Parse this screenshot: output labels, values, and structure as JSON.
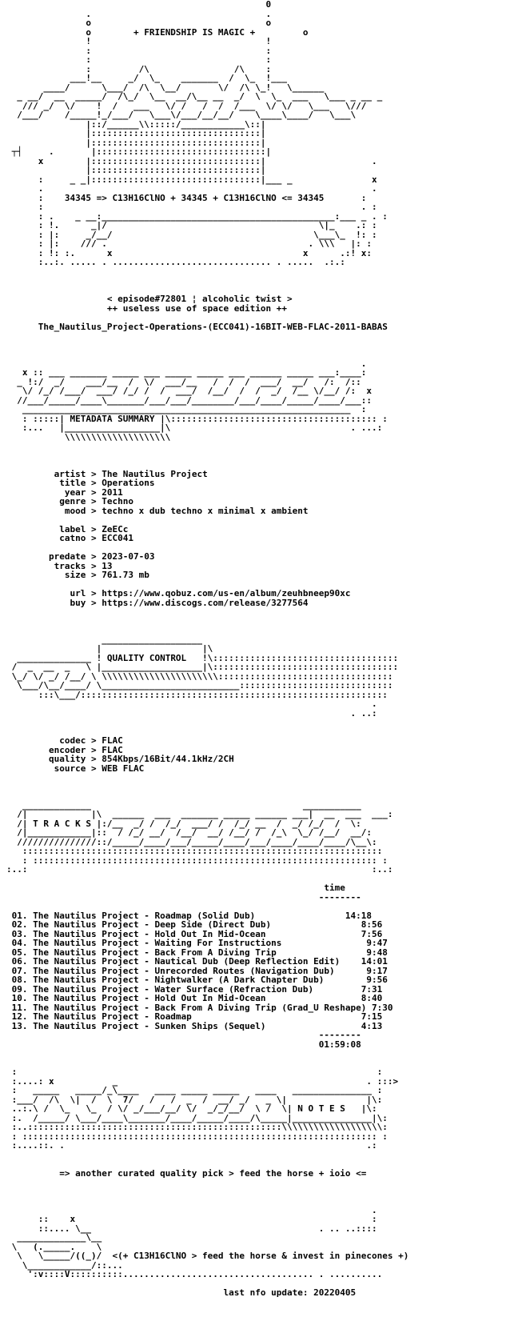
{
  "header": {
    "banner": "+ FRIENDSHIP IS MAGIC +",
    "formula": "34345 => C13H16ClNO + 34345 + C13H16ClNO <= 34345",
    "episode": "< episode#72801 ¦ alcoholic twist >",
    "edition": "++ useless use of space edition ++",
    "release": "The_Nautilus_Project-Operations-(ECC041)-16BIT-WEB-FLAC-2011-BABAS"
  },
  "metadata": {
    "heading": "METADATA SUMMARY",
    "fields": [
      {
        "key": "artist",
        "value": "The Nautilus Project"
      },
      {
        "key": "title",
        "value": "Operations"
      },
      {
        "key": "year",
        "value": "2011"
      },
      {
        "key": "genre",
        "value": "Techno"
      },
      {
        "key": "mood",
        "value": "techno x dub techno x minimal x ambient"
      },
      {
        "key": "label",
        "value": "ZeECc"
      },
      {
        "key": "catno",
        "value": "ECC041"
      },
      {
        "key": "predate",
        "value": "2023-07-03"
      },
      {
        "key": "tracks",
        "value": "13"
      },
      {
        "key": "size",
        "value": "761.73 mb"
      },
      {
        "key": "url",
        "value": "https://www.qobuz.com/us-en/album/zeuhbneep90xc"
      },
      {
        "key": "buy",
        "value": "https://www.discogs.com/release/3277564"
      }
    ]
  },
  "quality": {
    "heading": "QUALITY CONTROL",
    "fields": [
      {
        "key": "codec",
        "value": "FLAC"
      },
      {
        "key": "encoder",
        "value": "FLAC"
      },
      {
        "key": "quality",
        "value": "854Kbps/16Bit/44.1kHz/2CH"
      },
      {
        "key": "source",
        "value": "WEB FLAC"
      }
    ]
  },
  "tracks": {
    "heading": "T R A C K S",
    "time_header": "time",
    "list": [
      {
        "num": "01.",
        "title": "The Nautilus Project - Roadmap (Solid Dub)",
        "time": "14:18"
      },
      {
        "num": "02.",
        "title": "The Nautilus Project - Deep Side (Direct Dub)",
        "time": "8:56"
      },
      {
        "num": "03.",
        "title": "The Nautilus Project - Hold Out In Mid-Ocean",
        "time": "7:56"
      },
      {
        "num": "04.",
        "title": "The Nautilus Project - Waiting For Instructions",
        "time": "9:47"
      },
      {
        "num": "05.",
        "title": "The Nautilus Project - Back From A Diving Trip",
        "time": "9:48"
      },
      {
        "num": "06.",
        "title": "The Nautilus Project - Nautical Dub (Deep Reflection Edit)",
        "time": "14:01"
      },
      {
        "num": "07.",
        "title": "The Nautilus Project - Unrecorded Routes (Navigation Dub)",
        "time": "9:17"
      },
      {
        "num": "08.",
        "title": "The Nautilus Project - Nightwalker (A Dark Chapter Dub)",
        "time": "9:56"
      },
      {
        "num": "09.",
        "title": "The Nautilus Project - Water Surface (Refraction Dub)",
        "time": "7:31"
      },
      {
        "num": "10.",
        "title": "The Nautilus Project - Hold Out In Mid-Ocean",
        "time": "8:40"
      },
      {
        "num": "11.",
        "title": "The Nautilus Project - Back From A Diving Trip (Grad_U Reshape)",
        "time": "7:30"
      },
      {
        "num": "12.",
        "title": "The Nautilus Project - Roadmap",
        "time": "7:15"
      },
      {
        "num": "13.",
        "title": "The Nautilus Project - Sunken Ships (Sequel)",
        "time": "4:13"
      }
    ],
    "total": "01:59:08"
  },
  "notes": {
    "heading": "N O T E S",
    "text": "=> another curated quality pick > feed the horse + ioio <="
  },
  "footer": {
    "tagline": "<(+ C13H16ClNO > feed the horse & invest in pinecones +)",
    "update": "last nfo update: 20220405"
  }
}
